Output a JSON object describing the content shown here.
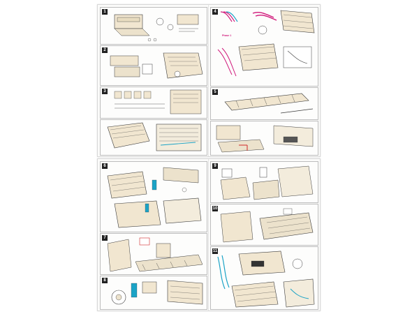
{
  "document": {
    "type": "model engine assembly instructions",
    "pages": 2
  },
  "steps": [
    {
      "number": "1"
    },
    {
      "number": "2"
    },
    {
      "number": "3"
    },
    {
      "number": "4"
    },
    {
      "number": "5"
    },
    {
      "number": "6"
    },
    {
      "number": "7"
    },
    {
      "number": "8"
    },
    {
      "number": "9"
    },
    {
      "number": "10"
    },
    {
      "number": "11"
    }
  ],
  "colors": {
    "paper": "#fbfbfa",
    "part_fill": "#f1e6d0",
    "line": "#3a3a3a",
    "accent_magenta": "#d0187a",
    "accent_cyan": "#1ba3c6",
    "accent_red": "#d0282a"
  },
  "legend": {
    "text": "Phase 1"
  }
}
